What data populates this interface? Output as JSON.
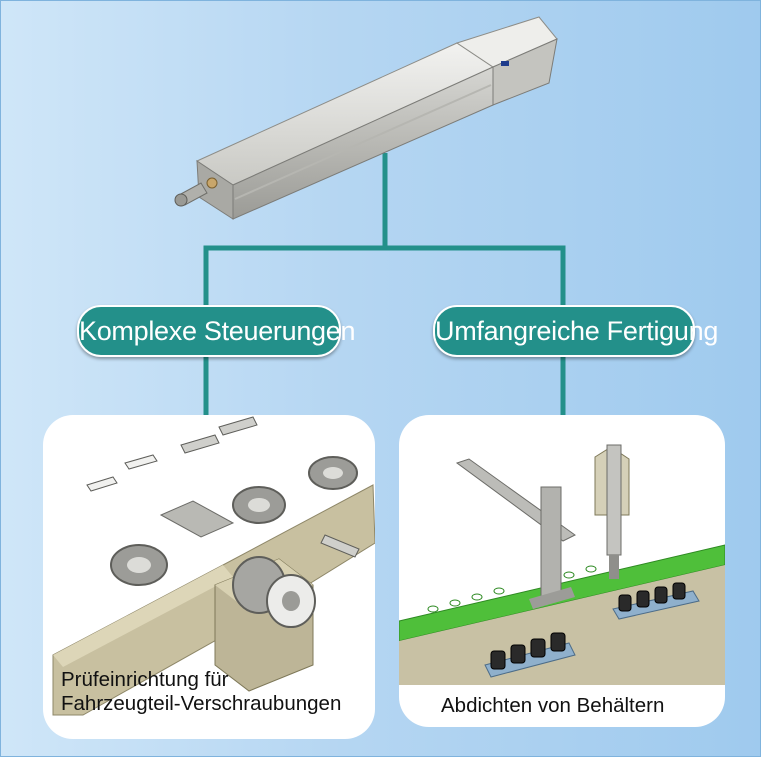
{
  "diagram": {
    "colors": {
      "connector": "#23908a",
      "pill_fill": "#23908a",
      "background": "#b5d6f2"
    },
    "root_node": {
      "name": "electric-cylinder-actuator"
    },
    "branches": [
      {
        "label": "Komplexe Steuerungen",
        "example": {
          "caption_line1": "Prüfeinrichtung für",
          "caption_line2": "Fahrzeugteil-Verschraubungen"
        }
      },
      {
        "label": "Umfangreiche Fertigung",
        "example": {
          "caption_line1": "Abdichten von Behältern"
        }
      }
    ]
  }
}
